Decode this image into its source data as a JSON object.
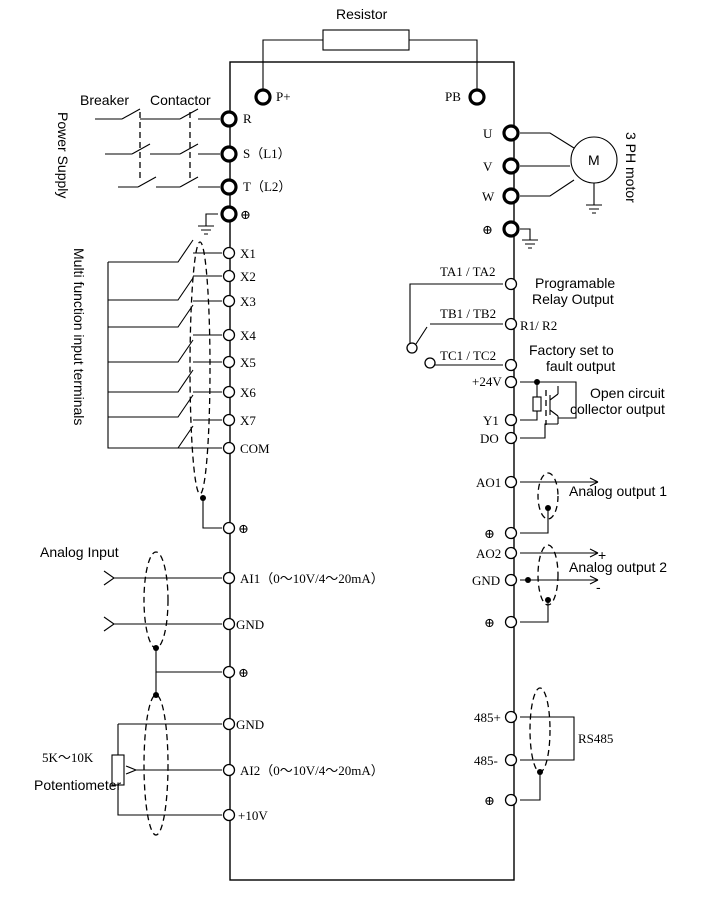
{
  "labels": {
    "resistor": "Resistor",
    "breaker": "Breaker",
    "contactor": "Contactor",
    "power_supply": "Power Supply",
    "motor": "3 PH motor",
    "motor_symbol": "M",
    "multi_function": "Multi function input terminals",
    "programable_1": "Programable",
    "programable_2": "Relay Output",
    "factory_1": "Factory set to",
    "factory_2": "fault output",
    "open_circuit_1": "Open circuit",
    "open_circuit_2": "collector output",
    "analog_output_1": "Analog output 1",
    "analog_output_2": "Analog output 2",
    "analog_input": "Analog Input",
    "pot_range": "5K～10K",
    "potentiometer": "Potentiometer",
    "rs485": "RS485",
    "plus": "+",
    "minus": "-"
  },
  "terminals": {
    "p_plus": "P+",
    "pb": "PB",
    "r": "R",
    "s": "S（L1）",
    "t": "T（L2）",
    "earth": "⊕",
    "u": "U",
    "v": "V",
    "w": "W",
    "x1": "X1",
    "x2": "X2",
    "x3": "X3",
    "x4": "X4",
    "x5": "X5",
    "x6": "X6",
    "x7": "X7",
    "com": "COM",
    "ai1": "AI1（0～10V/4～20mA）",
    "gnd": "GND",
    "ai2": "AI2（0～10V/4～20mA）",
    "plus10v": "+10V",
    "ta": "TA1 / TA2",
    "tb": "TB1 / TB2",
    "tc": "TC1 / TC2",
    "r1r2": "R1/ R2",
    "plus24v": "+24V",
    "y1": "Y1",
    "do": "DO",
    "ao1": "AO1",
    "ao2": "AO2",
    "rs485_plus": "485+",
    "rs485_minus": "485-"
  }
}
